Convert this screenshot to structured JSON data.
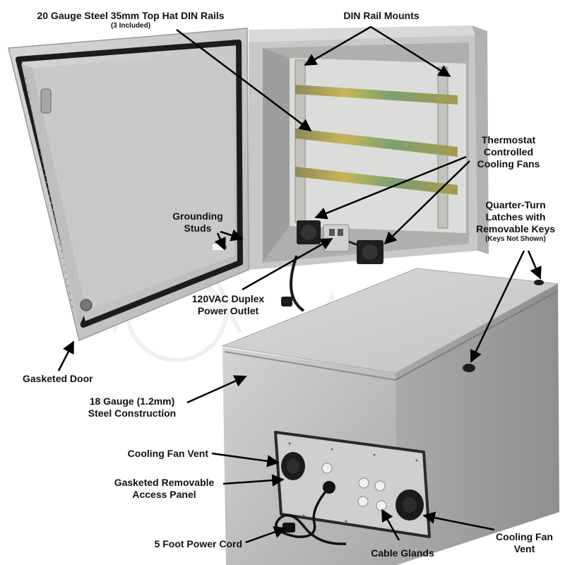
{
  "labels": {
    "din_rails": {
      "line1": "20 Gauge Steel 35mm Top Hat DIN Rails",
      "line2": "(3 Included)"
    },
    "din_mounts": {
      "line1": "DIN Rail Mounts"
    },
    "thermostat_fans": {
      "line1": "Thermostat",
      "line2": "Controlled",
      "line3": "Cooling Fans"
    },
    "latches": {
      "line1": "Quarter-Turn",
      "line2": "Latches with",
      "line3": "Removable Keys",
      "line4": "(Keys Not Shown)"
    },
    "grounding": {
      "line1": "Grounding",
      "line2": "Studs"
    },
    "outlet": {
      "line1": "120VAC Duplex",
      "line2": "Power Outlet"
    },
    "gasketed_door": {
      "line1": "Gasketed Door"
    },
    "steel": {
      "line1": "18 Gauge (1.2mm)",
      "line2": "Steel Construction"
    },
    "fan_vent_left": {
      "line1": "Cooling Fan Vent"
    },
    "access_panel": {
      "line1": "Gasketed Removable",
      "line2": "Access Panel"
    },
    "power_cord": {
      "line1": "5 Foot Power Cord"
    },
    "cable_glands": {
      "line1": "Cable Glands"
    },
    "fan_vent_right": {
      "line1": "Cooling Fan",
      "line2": "Vent"
    }
  },
  "colors": {
    "enclosure_gray": "#c9cac8",
    "enclosure_shadow": "#9ea09f",
    "gasket": "#1c1c1c",
    "din_rail": "#b6a24a",
    "arrow": "#000000"
  }
}
